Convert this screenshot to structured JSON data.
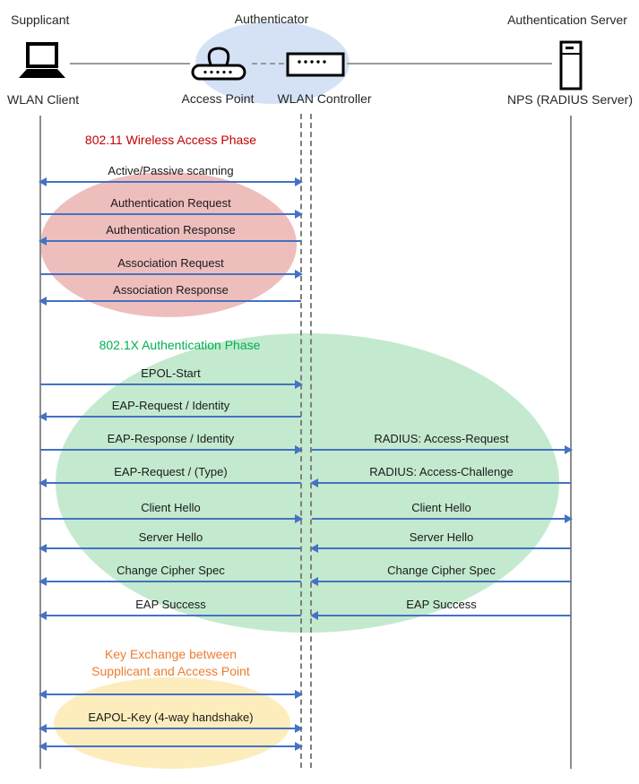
{
  "header": {
    "roles": {
      "supplicant": "Supplicant",
      "authenticator": "Authenticator",
      "auth_server": "Authentication Server"
    },
    "devices": {
      "wlan_client": "WLAN Client",
      "access_point": "Access Point",
      "wlan_controller": "WLAN Controller",
      "nps": "NPS (RADIUS Server)"
    },
    "icons": [
      "laptop-icon",
      "access-point-icon",
      "wlan-controller-icon",
      "server-icon"
    ]
  },
  "phases": {
    "wireless_access": {
      "title": "802.11 Wireless Access Phase",
      "color": "#C00000",
      "ellipse_color": "#F2C4C2"
    },
    "authentication": {
      "title": "802.1X Authentication Phase",
      "color": "#00B050",
      "ellipse_color": "#C4E8CE"
    },
    "key_exchange": {
      "line1": "Key Exchange between",
      "line2": "Supplicant and Access Point",
      "color": "#ED7D31",
      "ellipse_color": "#FCECC0"
    }
  },
  "colors": {
    "arrow": "#4472C4",
    "lifeline": "#8C8C8C",
    "authenticator_ellipse": "#DCE6F5"
  },
  "rows": [
    {
      "left": {
        "label": "Active/Passive scanning",
        "dir": "both"
      }
    },
    {
      "left": {
        "label": "Authentication Request",
        "dir": "right"
      }
    },
    {
      "left": {
        "label": "Authentication Response",
        "dir": "left"
      }
    },
    {
      "left": {
        "label": "Association Request",
        "dir": "right"
      }
    },
    {
      "left": {
        "label": "Association Response",
        "dir": "left"
      }
    },
    {
      "left": {
        "label": "EPOL-Start",
        "dir": "right"
      }
    },
    {
      "left": {
        "label": "EAP-Request / Identity",
        "dir": "left"
      }
    },
    {
      "left": {
        "label": "EAP-Response / Identity",
        "dir": "right"
      },
      "right": {
        "label": "RADIUS: Access-Request",
        "dir": "right"
      }
    },
    {
      "left": {
        "label": "EAP-Request / (Type)",
        "dir": "left"
      },
      "right": {
        "label": "RADIUS: Access-Challenge",
        "dir": "left"
      }
    },
    {
      "left": {
        "label": "Client Hello",
        "dir": "right"
      },
      "right": {
        "label": "Client Hello",
        "dir": "right"
      }
    },
    {
      "left": {
        "label": "Server Hello",
        "dir": "left"
      },
      "right": {
        "label": "Server Hello",
        "dir": "left"
      }
    },
    {
      "left": {
        "label": "Change Cipher Spec",
        "dir": "left"
      },
      "right": {
        "label": "Change Cipher Spec",
        "dir": "left"
      }
    },
    {
      "left": {
        "label": "EAP Success",
        "dir": "left"
      },
      "right": {
        "label": "EAP Success",
        "dir": "left"
      }
    },
    {
      "left": {
        "label": "",
        "dir": "both"
      }
    },
    {
      "left": {
        "label": "EAPOL-Key (4-way handshake)",
        "dir": "both"
      }
    },
    {
      "left": {
        "label": "",
        "dir": "both"
      }
    }
  ]
}
